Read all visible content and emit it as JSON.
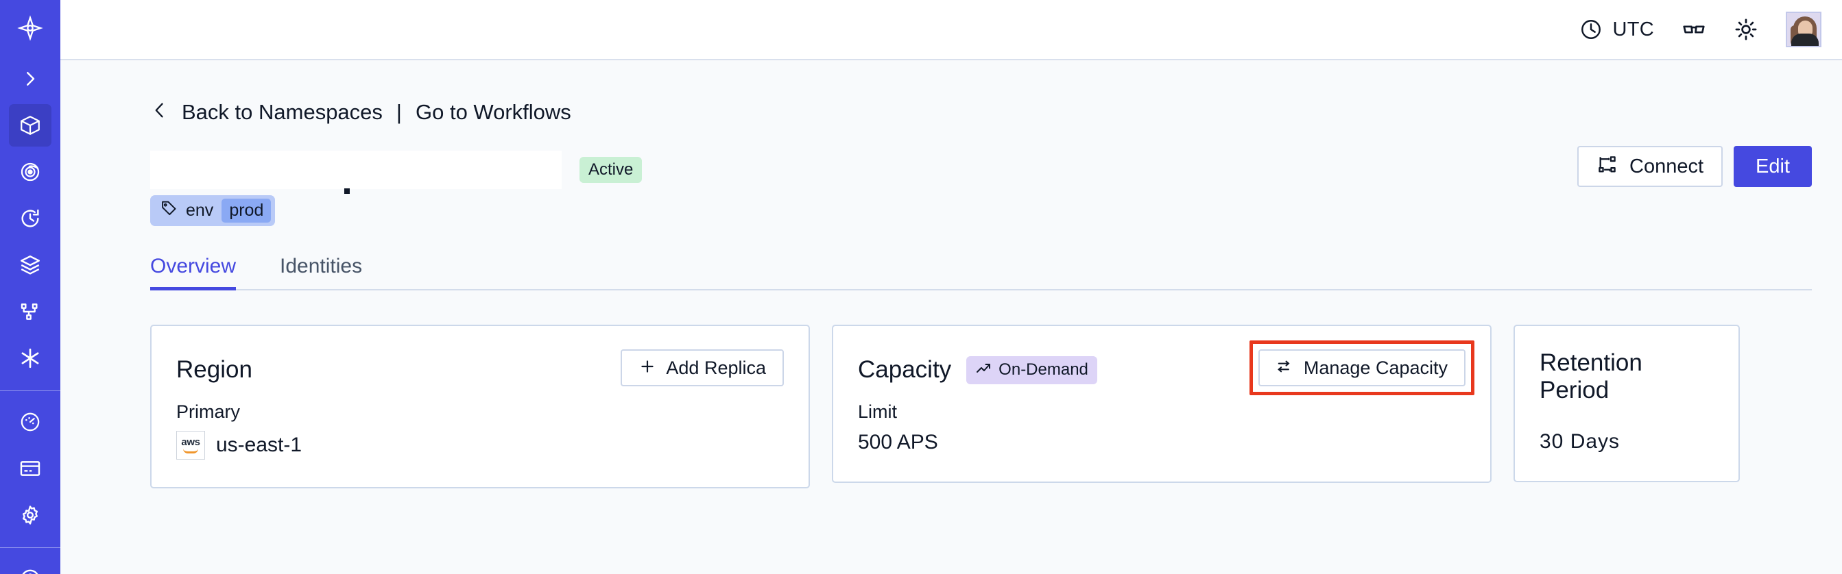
{
  "theme": {
    "sidebar_bg": "#4549e0",
    "sidebar_active_bg": "#3b3fc4",
    "accent": "#4549e0",
    "page_bg": "#f8fafc",
    "card_border": "#ccd8ea",
    "highlight_red": "#e8381d",
    "badge_active_bg": "#c9f0d4",
    "badge_ondemand_bg": "#ddd4f7",
    "tag_bg": "#b9caf7",
    "tag_value_bg": "#8aa9f4"
  },
  "sidebar": {
    "items": [
      {
        "icon": "temporal-logo-icon",
        "label": "",
        "active": false
      },
      {
        "icon": "chevron-right-icon",
        "label": "",
        "active": false
      },
      {
        "icon": "cube-icon",
        "label": "",
        "active": true
      },
      {
        "icon": "eye-spiral-icon",
        "label": "",
        "active": false
      },
      {
        "icon": "history-clock-icon",
        "label": "",
        "active": false
      },
      {
        "icon": "layers-icon",
        "label": "",
        "active": false
      },
      {
        "icon": "schedule-branch-icon",
        "label": "",
        "active": false
      },
      {
        "icon": "asterisk-icon",
        "label": "",
        "active": false
      }
    ],
    "items_lower": [
      {
        "icon": "gauge-icon",
        "label": "",
        "active": false
      },
      {
        "icon": "credit-card-icon",
        "label": "",
        "active": false
      },
      {
        "icon": "gear-icon",
        "label": "",
        "active": false
      }
    ]
  },
  "topbar": {
    "timezone_label": "UTC",
    "timezone_icon": "clock-icon",
    "glasses_icon": "glasses-icon",
    "theme_icon": "sun-icon",
    "avatar_icon": "user-avatar"
  },
  "breadcrumb": {
    "back_icon": "chevron-left-icon",
    "back_label": "Back to Namespaces",
    "separator": "|",
    "forward_label": "Go to Workflows"
  },
  "header": {
    "namespace_name": "",
    "status_badge": "Active",
    "tag": {
      "icon": "tag-icon",
      "key": "env",
      "value": "prod"
    },
    "connect_label": "Connect",
    "connect_icon": "connect-flow-icon",
    "edit_label": "Edit"
  },
  "tabs": [
    {
      "label": "Overview",
      "active": true
    },
    {
      "label": "Identities",
      "active": false
    }
  ],
  "cards": {
    "region": {
      "title": "Region",
      "action_label": "Add Replica",
      "action_icon": "plus-icon",
      "label": "Primary",
      "provider_icon": "aws-logo",
      "provider_text": "aws",
      "value": "us-east-1"
    },
    "capacity": {
      "title": "Capacity",
      "badge_label": "On-Demand",
      "badge_icon": "trending-up-icon",
      "action_label": "Manage Capacity",
      "action_icon": "sliders-icon",
      "action_highlighted": true,
      "label": "Limit",
      "value": "500 APS"
    },
    "retention": {
      "title": "Retention Period",
      "value": "30 Days"
    }
  }
}
